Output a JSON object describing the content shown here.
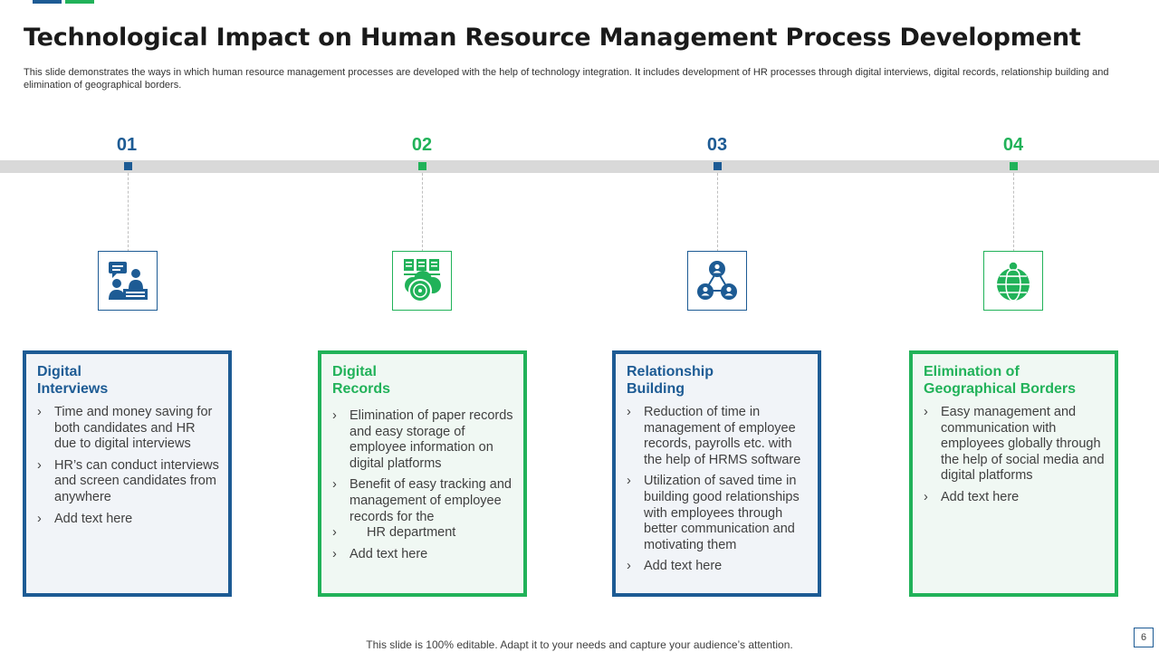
{
  "colors": {
    "blue": "#1d5b94",
    "green": "#21b259",
    "bar": "#d9d9d9"
  },
  "title": "Technological Impact on Human Resource Management Process Development",
  "subtitle": "This slide demonstrates the ways in which human resource management processes are developed with the help of technology integration. It includes development of HR processes through digital interviews, digital records, relationship building and elimination of geographical borders.",
  "steps": [
    {
      "number": "01",
      "color": "blue",
      "icon": "interview-icon",
      "title_line1": "Digital",
      "title_line2": "Interviews",
      "bullets": [
        "Time and money saving for both candidates and HR due to digital interviews",
        "HR’s can conduct interviews and screen candidates from anywhere",
        "Add text here"
      ]
    },
    {
      "number": "02",
      "color": "green",
      "icon": "cloud-records-icon",
      "title_line1": "Digital",
      "title_line2": "Records",
      "bullets": [
        "Elimination of paper records and easy storage of employee information on digital platforms",
        "Benefit of easy tracking and management of employee records for the",
        "HR department",
        "Add text here"
      ]
    },
    {
      "number": "03",
      "color": "blue",
      "icon": "network-people-icon",
      "title_line1": "Relationship",
      "title_line2": "Building",
      "bullets": [
        "Reduction of time in management of employee records, payrolls etc. with the help of HRMS software",
        "Utilization of saved time in building good relationships with employees through better communication and motivating them",
        "Add text here"
      ]
    },
    {
      "number": "04",
      "color": "green",
      "icon": "globe-person-icon",
      "title_line1": "Elimination of",
      "title_line2": "Geographical Borders",
      "bullets": [
        "Easy management and communication with employees globally through the help of social media and digital platforms",
        "Add text here"
      ]
    }
  ],
  "footer": "This slide is 100% editable. Adapt it to your needs and capture your audience’s attention.",
  "page_number": "6"
}
